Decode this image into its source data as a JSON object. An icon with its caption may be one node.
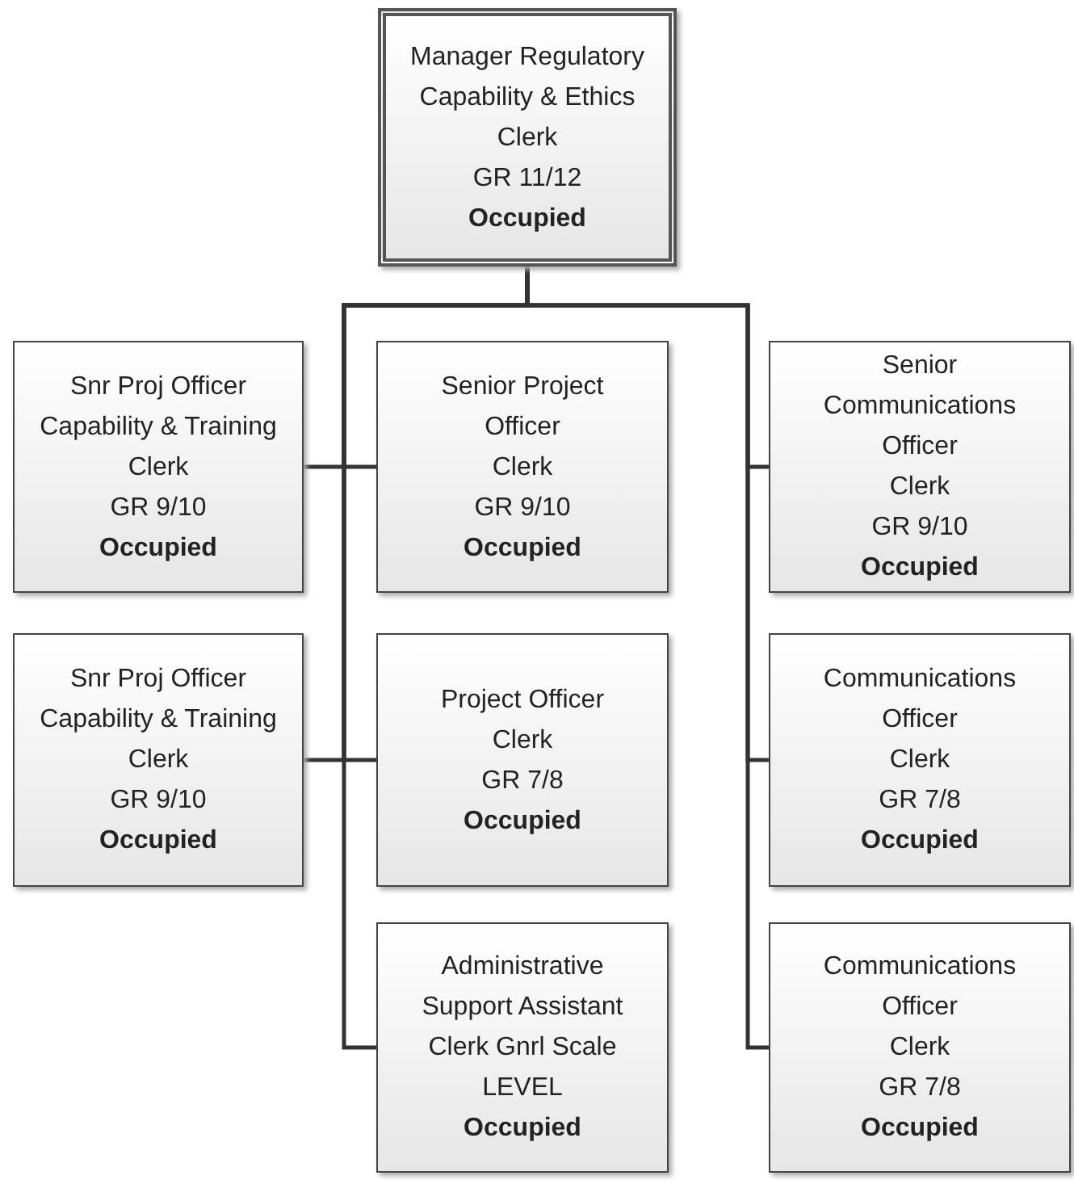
{
  "diagram": {
    "nodes": [
      {
        "text": [
          "Manager Regulatory Capability & Ethics",
          "Clerk",
          "GR 11/12",
          "Occupied"
        ]
      },
      {
        "text": [
          "Snr Proj Officer Capability & Training",
          "Clerk",
          "GR 9/10",
          "Occupied"
        ]
      },
      {
        "text": [
          "Senior Project Officer",
          "Clerk",
          "GR 9/10",
          "Occupied"
        ]
      },
      {
        "text": [
          "Senior Communications Officer",
          "Clerk",
          "GR 9/10",
          "Occupied"
        ]
      },
      {
        "text": [
          "Snr Proj Officer Capability & Training",
          "Clerk",
          "GR 9/10",
          "Occupied"
        ]
      },
      {
        "text": [
          "Project Officer",
          "Clerk",
          "GR 7/8",
          "Occupied"
        ]
      },
      {
        "text": [
          "Communications Officer",
          "Clerk",
          "GR 7/8",
          "Occupied"
        ]
      },
      {
        "text": [
          "Administrative Support Assistant",
          "Clerk Gnrl Scale",
          "LEVEL",
          "Occupied"
        ]
      },
      {
        "text": [
          "Communications Officer",
          "Clerk",
          "GR 7/8",
          "Occupied"
        ]
      }
    ],
    "edges": [
      {
        "from": 0,
        "to": 1,
        "arrow": "none"
      },
      {
        "from": 0,
        "to": 2,
        "arrow": "none"
      },
      {
        "from": 0,
        "to": 3,
        "arrow": "none"
      },
      {
        "from": 0,
        "to": 4,
        "arrow": "none"
      },
      {
        "from": 0,
        "to": 5,
        "arrow": "none"
      },
      {
        "from": 0,
        "to": 6,
        "arrow": "none"
      },
      {
        "from": 0,
        "to": 7,
        "arrow": "none"
      },
      {
        "from": 0,
        "to": 8,
        "arrow": "none"
      }
    ]
  }
}
